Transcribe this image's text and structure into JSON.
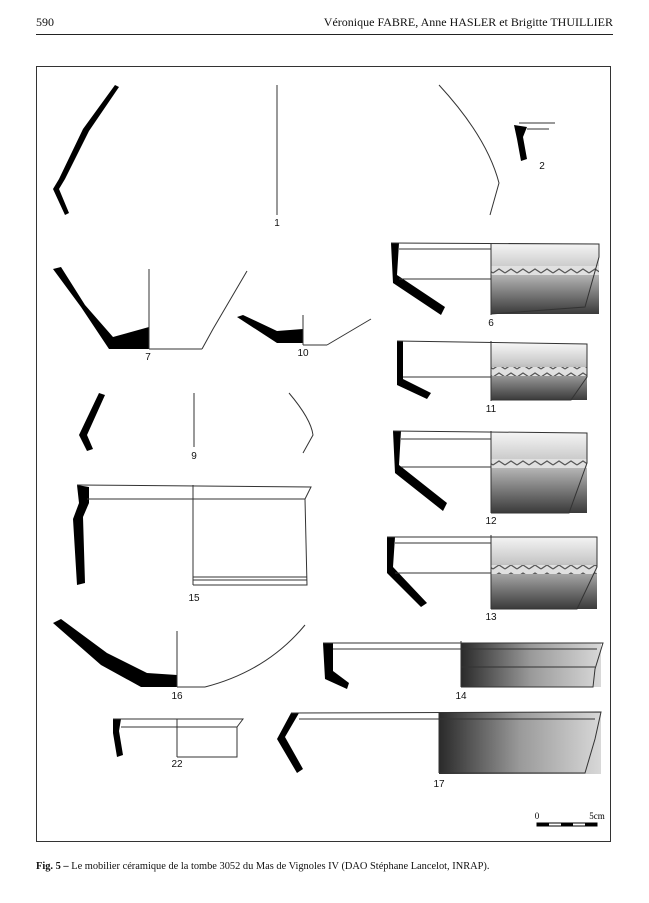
{
  "header": {
    "page_number": "590",
    "authors": "Véronique FABRE, Anne HASLER et Brigitte THUILLIER"
  },
  "figure": {
    "labels": [
      "1",
      "2",
      "7",
      "10",
      "6",
      "11",
      "9",
      "12",
      "15",
      "13",
      "16",
      "14",
      "22",
      "17"
    ],
    "scale": {
      "start": "0",
      "end": "5cm"
    }
  },
  "caption": {
    "label": "Fig. 5 –",
    "text": " Le mobilier céramique de la tombe 3052 du Mas de Vignoles IV (DAO Stéphane Lancelot, INRAP)."
  }
}
